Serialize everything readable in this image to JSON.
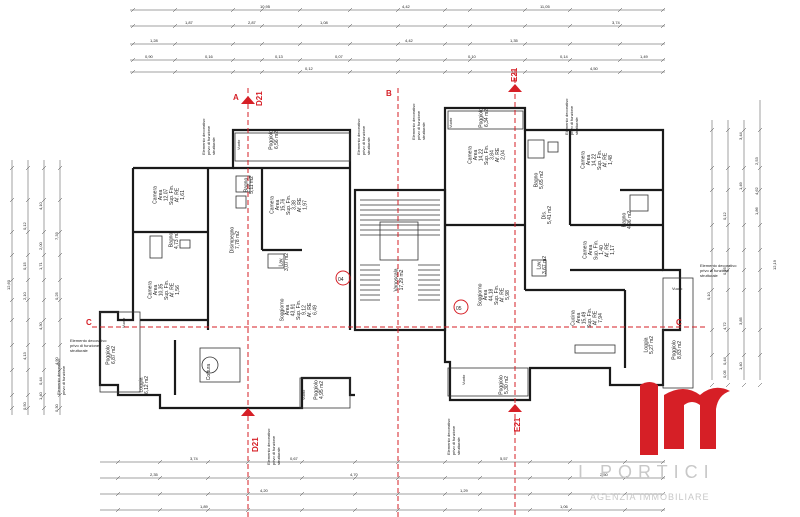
{
  "section_markers": {
    "a": "A",
    "b": "B",
    "c": "C",
    "d21": "D21",
    "e21": "E21"
  },
  "unit_numbers": {
    "left": "04",
    "right": "05"
  },
  "rooms": {
    "camera_1": [
      "Camera",
      "Area",
      "12,07",
      "Sup. Fin.",
      "Af. RE",
      "1,61"
    ],
    "camera_2": [
      "Camera",
      "Area",
      "10,35",
      "Sup. Fin.",
      "Af. RE",
      "1,56"
    ],
    "bagno_1": [
      "Bagno",
      "4,73 m2"
    ],
    "disimpegno": [
      "Disimpegno",
      "7,78 m2"
    ],
    "camera_3": [
      "Camera",
      "Area",
      "15,76",
      "Sup. Fin.",
      "3,38",
      "Af. RE",
      "1,97"
    ],
    "lav": [
      "Lav.",
      "3,07 m2"
    ],
    "soggiorno_1": [
      "Soggiorno",
      "Area",
      "43,91",
      "Sup. Fin.",
      "9,12",
      "Af. RE",
      "6,49"
    ],
    "bagno_2": [
      "Bagno",
      "5,11 m2"
    ],
    "cottura": [
      "Cottura"
    ],
    "loggia_1": [
      "Loggia",
      "6,12 m2"
    ],
    "poggiolo_left": [
      "Poggiolo",
      "6,87 m2"
    ],
    "poggiolo_top_left": [
      "Poggiolo",
      "6,56 m2"
    ],
    "poggiolo_bottom_left": [
      "Poggiolo",
      "4,95 m2"
    ],
    "vano_scala": [
      "Vanoscala",
      "17,29 m2"
    ],
    "camera_4": [
      "Camera",
      "Area",
      "14,22",
      "Sup. Fin.",
      "3,84",
      "Af. RE",
      "2,04"
    ],
    "bagno_3": [
      "Bagno",
      "5,65 m2"
    ],
    "camera_5": [
      "Camera",
      "Area",
      "14,22",
      "Sup. Fin.",
      "Af. RE",
      "1,48"
    ],
    "dis": [
      "Dis.",
      "5,41 m2"
    ],
    "bagno_4": [
      "Bagno",
      "4,96 m2"
    ],
    "camera_6": [
      "Camera",
      "Area",
      "Sup. Fin.",
      "1,40",
      "Af. RE",
      "1,17"
    ],
    "lav_2": [
      "Lav.",
      "3,67 m2"
    ],
    "soggiorno_2": [
      "Soggiorno",
      "Area",
      "44,18",
      "Sup. Fin.",
      "Af. RE",
      "5,98"
    ],
    "cucina": [
      "Cucina",
      "Area",
      "15,49",
      "Sup. Fin.",
      "Af. RE",
      "7,94"
    ],
    "loggia_2": [
      "Loggia",
      "5,27 m2"
    ],
    "poggiolo_top_right": [
      "Poggiolo",
      "6,34 m2"
    ],
    "poggiolo_right": [
      "Poggiolo",
      "8,83 m2"
    ],
    "poggiolo_bottom_right": [
      "Poggiolo",
      "5,30 m2"
    ]
  },
  "notes": {
    "elemento_decorativo": [
      "Elemento decorativo",
      "privo di funzione",
      "strutturale"
    ],
    "vuoto": "Vuoto"
  },
  "dims_top": [
    "10,95",
    "4,42",
    "11,05",
    "1,87",
    "2,87",
    "1,08",
    "3,74",
    "1,28",
    "4,42",
    "1,35",
    "0,90",
    "0,16",
    "0,13",
    "0,07",
    "0,10",
    "0,14",
    "1,49",
    "0,12",
    "4,50"
  ],
  "dims_bottom": [
    "3,74",
    "0,67",
    "5,57",
    "2,35",
    "4,70",
    "2,50",
    "4,20",
    "1,29",
    "1,89",
    "1,06"
  ],
  "dims_left": [
    "12,60",
    "7,33",
    "4,10",
    "2,00",
    "0,15",
    "1,71",
    "0,12",
    "2,10",
    "4,30",
    "0,25",
    "4,90",
    "4,13",
    "0,44",
    "1,40",
    "0,50",
    "0,30"
  ],
  "dims_right": [
    "12,19",
    "4,62",
    "3,44",
    "2,53",
    "1,49",
    "0,12",
    "1,86",
    "4,72",
    "3,85",
    "0,25",
    "0,44",
    "1,40",
    "0,05",
    "0,10"
  ],
  "logo": {
    "name": "I PORTICI",
    "tagline": "AGENZIA IMMOBILIARE"
  },
  "colors": {
    "walls": "#1a1a1a",
    "section_lines": "#d61f26",
    "logo_mark": "#d61f26",
    "logo_text": "#c8c8c8"
  }
}
